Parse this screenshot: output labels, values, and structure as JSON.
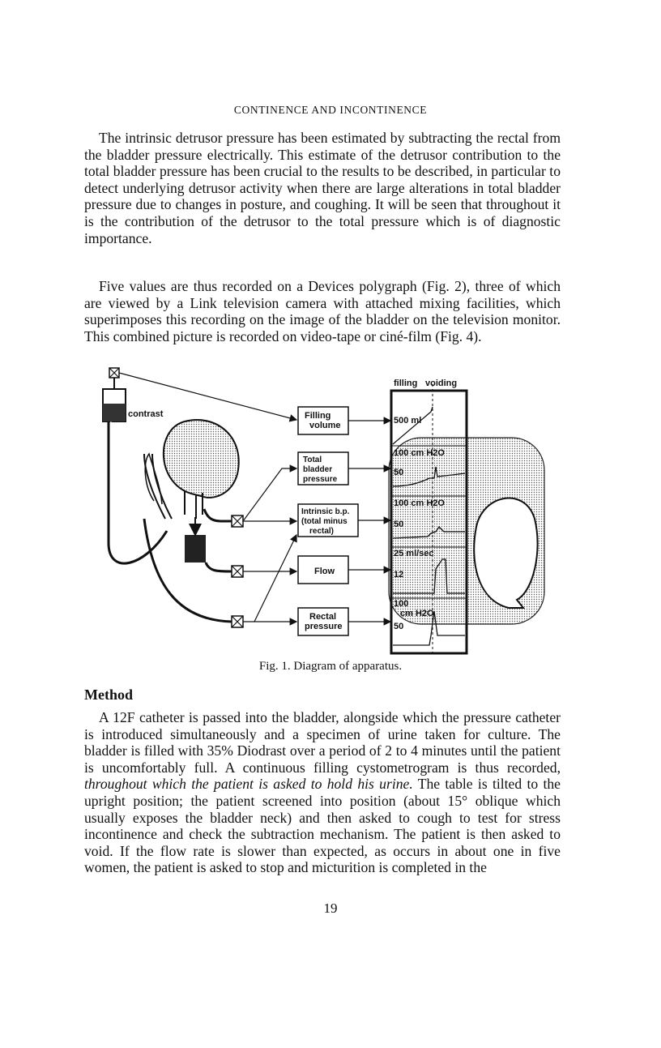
{
  "running_head": "CONTINENCE AND INCONTINENCE",
  "paragraphs": {
    "p1": "The intrinsic detrusor pressure has been estimated by subtracting the rectal from the bladder pressure electrically. This estimate of the detrusor contribution to the total bladder pressure has been crucial to the results to be described, in particular to detect underlying detrusor activity when there are large alterations in total bladder pressure due to changes in posture, and coughing. It will be seen that throughout it is the contribution of the detrusor to the total pressure which is of diagnostic importance.",
    "p2": "Five values are thus recorded on a Devices polygraph (Fig. 2), three of which are viewed by a Link television camera with attached mixing facilities, which superimposes this recording on the image of the bladder on the television monitor. This combined picture is recorded on video-tape or ciné-film (Fig. 4).",
    "p3_before": "A 12F catheter is passed into the bladder, alongside which the pressure catheter is introduced simultaneously and a specimen of urine taken for culture. The bladder is filled with 35% Diodrast over a period of 2 to 4 minutes until the patient is uncomfortably full. A continuous filling cystometrogram is thus recorded, ",
    "p3_italic": "throughout which the patient is asked to hold his urine.",
    "p3_after": " The table is tilted to the upright position; the patient screened into position (about 15° oblique which usually exposes the bladder neck) and then asked to cough to test for stress incontinence and check the subtraction mechanism. The patient is then asked to void. If the flow rate is slower than expected, as occurs in about one in five women, the patient is asked to stop and micturition is completed in the"
  },
  "section_heading": "Method",
  "figure": {
    "caption": "Fig. 1.   Diagram of apparatus.",
    "label_contrast": "contrast",
    "header_filling": "filling",
    "header_voiding": "voiding",
    "box_filling": [
      "Filling",
      "volume"
    ],
    "box_total": [
      "Total",
      "bladder",
      "pressure"
    ],
    "box_intrinsic": [
      "Intrinsic b.p.",
      "(total minus",
      "rectal)"
    ],
    "box_flow": [
      "Flow"
    ],
    "box_rectal": [
      "Rectal",
      "pressure"
    ],
    "scale_volume": "500 ml",
    "scale_total_top": "100 cm H2O",
    "scale_total_mid": "50",
    "scale_intr_top": "100 cm H2O",
    "scale_intr_mid": "50",
    "scale_flow_top": "25 ml/sec",
    "scale_flow_mid": "12",
    "scale_rect_top": "100",
    "scale_rect_unit": "cm H2O",
    "scale_rect_mid": "50"
  },
  "page_number": "19"
}
